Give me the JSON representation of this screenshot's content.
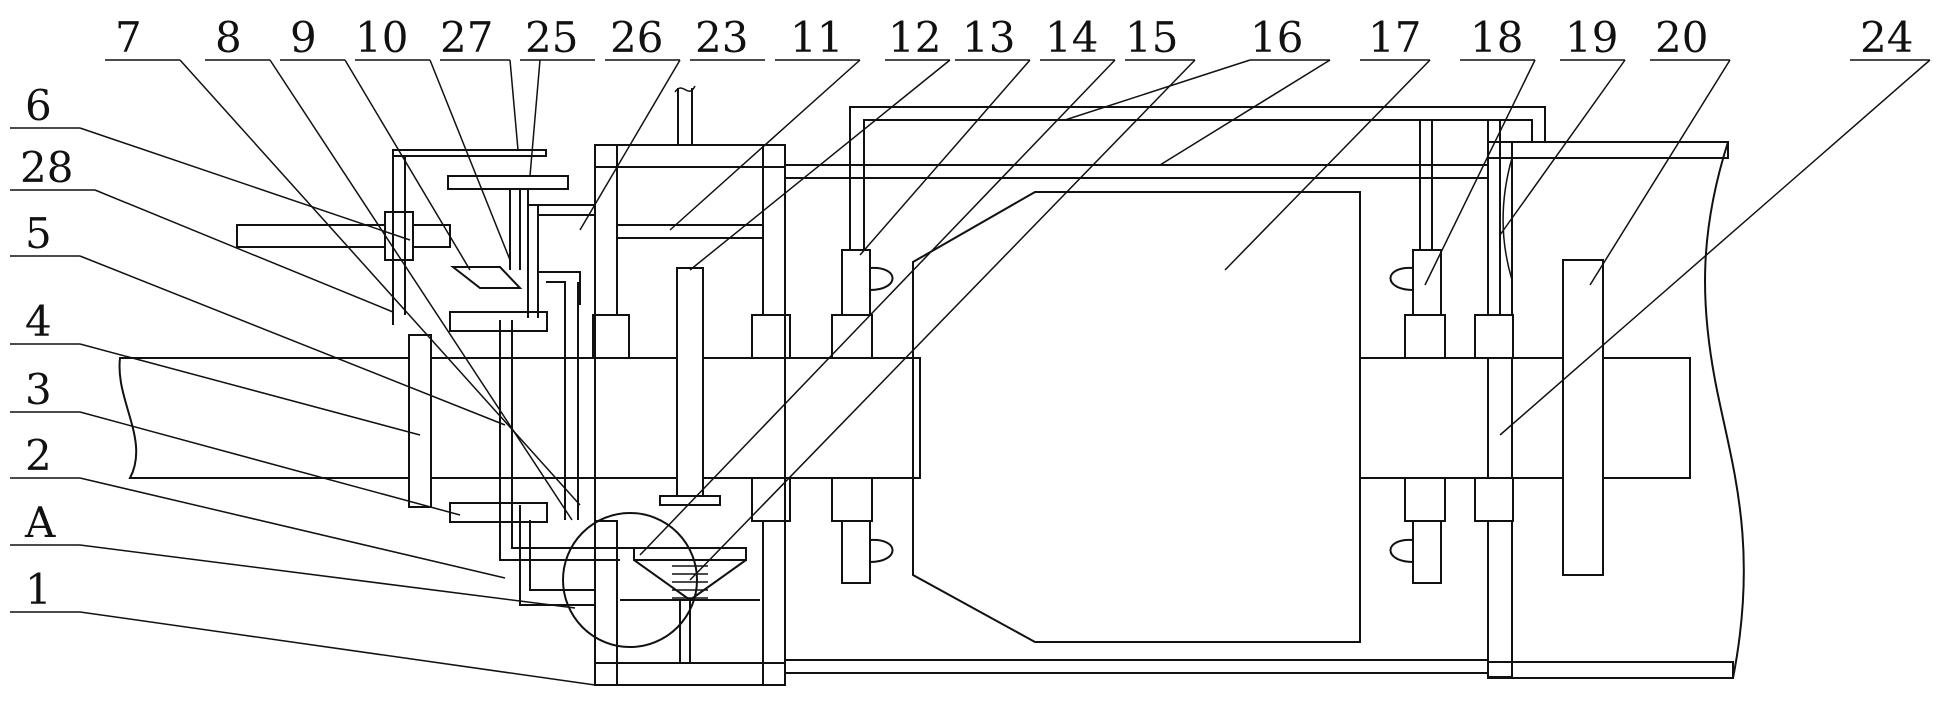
{
  "diagram": {
    "labels_top": [
      "7",
      "8",
      "9",
      "10",
      "27",
      "25",
      "26",
      "23",
      "11",
      "12",
      "13",
      "14",
      "15",
      "16",
      "17",
      "18",
      "19",
      "20",
      "24"
    ],
    "labels_left": [
      "6",
      "28",
      "5",
      "4",
      "3",
      "2",
      "A",
      "1"
    ]
  }
}
